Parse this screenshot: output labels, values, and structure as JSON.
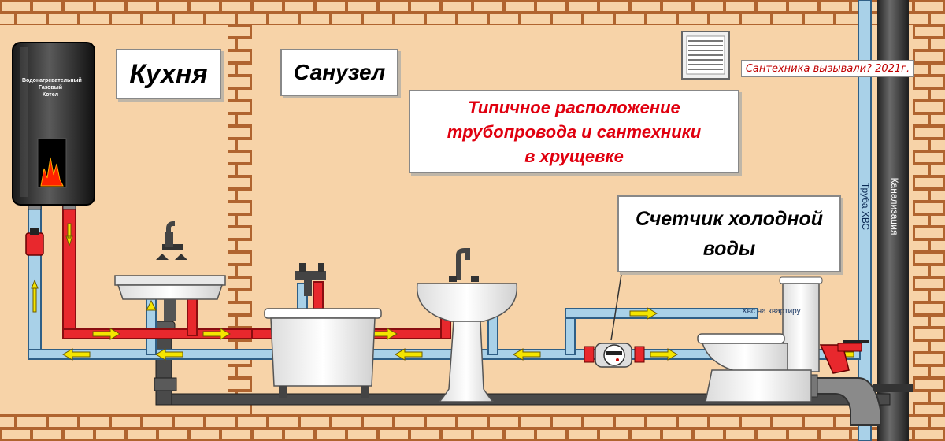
{
  "labels": {
    "kitchen": "Кухня",
    "bathroom": "Санузел",
    "title": [
      "Типичное расположение",
      "трубопровода и сантехники",
      "в хрущевке"
    ],
    "meter": [
      "Счетчик холодной",
      "воды"
    ],
    "signature": "Сантехника вызывали? 2021г.",
    "hvs_riser": "Труба ХВС",
    "sewer": "Канализация",
    "flat_branch": "Хвс на квартиру",
    "heater": [
      "Водонагревательный",
      "Газовый",
      "Котел"
    ]
  },
  "colors": {
    "wall": "#f7d3a8",
    "brick": "#b0642f",
    "cold_pipe": "#a9d1e8",
    "hot_pipe": "#e8282d",
    "sewer_pipe": "#4a4a4a",
    "arrow": "#f5e500",
    "title_text": "#e0000f"
  },
  "icons": [
    "water-heater-icon",
    "kitchen-sink-icon",
    "bathtub-icon",
    "washbasin-icon",
    "water-meter-icon",
    "toilet-icon",
    "ventilation-grille-icon",
    "ball-valve-icon",
    "strainer-filter-icon"
  ]
}
